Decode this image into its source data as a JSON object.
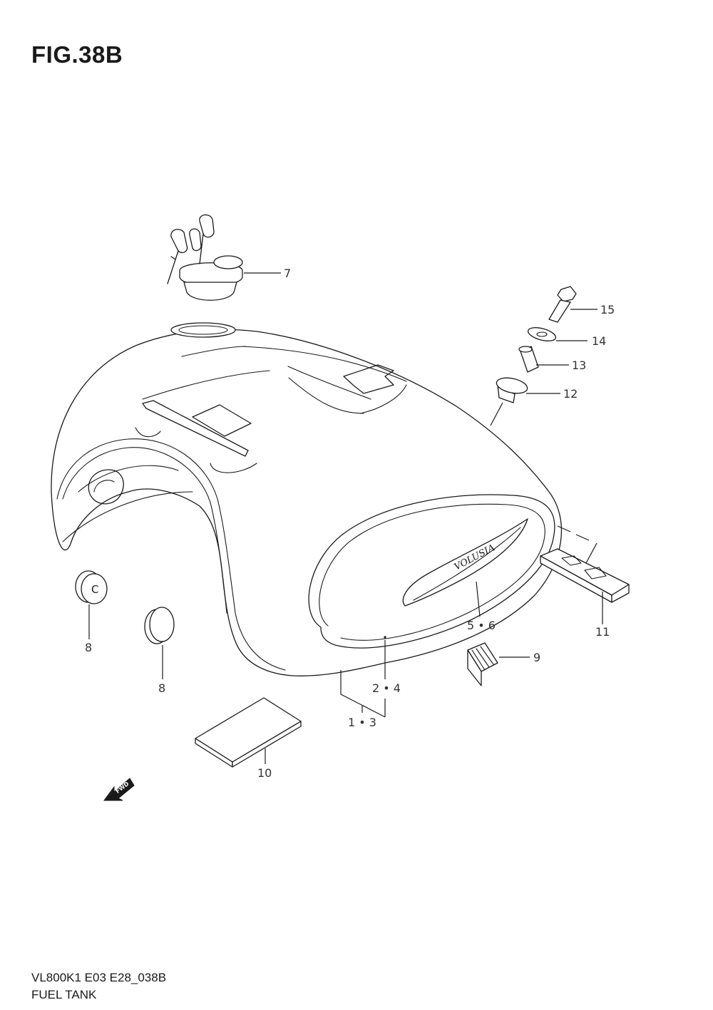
{
  "figure": {
    "title": "FIG.38B"
  },
  "callouts": {
    "c7": "7",
    "c15": "15",
    "c14": "14",
    "c13": "13",
    "c12": "12",
    "c8a": "8",
    "c8b": "8",
    "c56": "5 • 6",
    "c11": "11",
    "c9": "9",
    "c24": "2 • 4",
    "c13b": "1 • 3",
    "c10": "10"
  },
  "labels": {
    "fwd": "FWD",
    "cap_letter": "C",
    "emblem": "VOLUSIA"
  },
  "footer": {
    "code": "VL800K1 E03 E28_038B",
    "name": "FUEL TANK"
  }
}
